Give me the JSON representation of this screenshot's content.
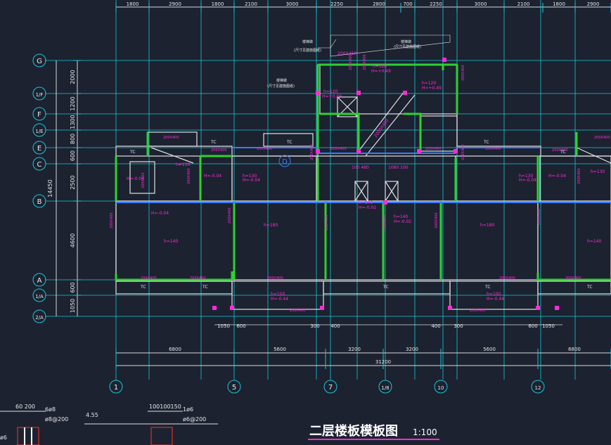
{
  "drawing_title": "二层楼板模板图",
  "scale": "1:100",
  "top_dimensions": [
    "1800",
    "2900",
    "1800",
    "2100",
    "3000",
    "2250",
    "2800",
    "700",
    "2250",
    "3000",
    "2100",
    "1800",
    "2900"
  ],
  "row_axes": [
    "G",
    "1/F",
    "F",
    "1/E",
    "E",
    "C",
    "B",
    "A",
    "1/A",
    "2/A"
  ],
  "left_dimensions": [
    "2000",
    "1200",
    "1300",
    "800",
    "600",
    "2500",
    "4600",
    "600",
    "1050"
  ],
  "left_total": "14450",
  "column_axes": [
    "1",
    "5",
    "7",
    "1/8",
    "10",
    "12"
  ],
  "bottom_dimensions": [
    "6800",
    "5600",
    "3200",
    "3200",
    "5600",
    "6800"
  ],
  "bottom_total": "31200",
  "balcony_dimensions": [
    "1050",
    "600",
    "300",
    "400",
    "400",
    "300",
    "600",
    "1050"
  ],
  "tc_label": "TC",
  "axis_d_label": "D",
  "callouts": {
    "note1_title": "楼梯做",
    "note1_body": "(尺寸见建施图纸)",
    "note2_title": "楼梯做",
    "note2_body": "(尺寸见建施图纸)",
    "note3_title": "楼梯做",
    "note3_body": "(尺寸见建施图纸)"
  },
  "details": {
    "d1_dims": "60 200",
    "d1_rebar": "6ø8",
    "d1_stirrup": "ø8@200",
    "d1_partial": "ø6",
    "level": "4.55",
    "d2_dims": "100100150",
    "d2_rebar": "1ø6",
    "d2_stirrup": "ø6@200"
  },
  "colors": {
    "background": "#1c2230",
    "axis": "#19c8d8",
    "wall": "#2ed12e",
    "annotation": "#ff2bd6",
    "beam": "#3a7bff"
  }
}
